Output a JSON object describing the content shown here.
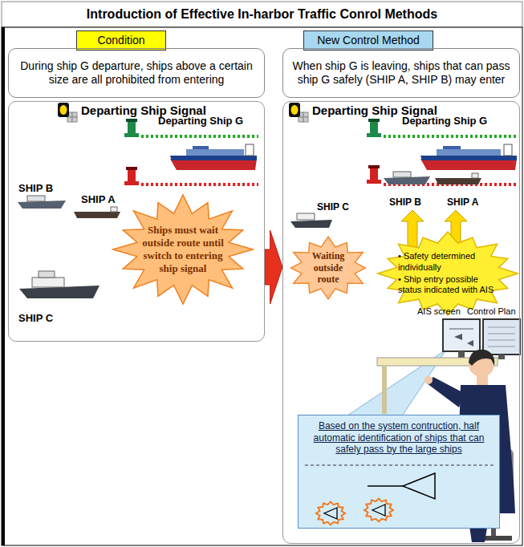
{
  "diagram": {
    "title": "Introduction of Effective In-harbor Traffic Conrol Methods",
    "nodes": [
      {
        "text": [
          "Condition"
        ]
      },
      {
        "text": [
          "During ship G departure, ships above a certain size are all prohibited from entering"
        ]
      },
      {
        "text": [
          "Departing Ship Signal",
          "Departing Ship G",
          "SHIP B",
          "SHIP A",
          "SHIP C"
        ]
      },
      {
        "text": [
          "Ships must wait outside route until switch to entering ship signal"
        ],
        "in": 2
      },
      {
        "text": [
          "New Control Method"
        ]
      },
      {
        "text": [
          "When ship G is leaving, ships that can pass ship G safely (SHIP A, SHIP B) may enter"
        ]
      },
      {
        "text": [
          "Departing Ship Signal",
          "Departing Ship G",
          "SHIP C",
          "SHIP B",
          "SHIP A"
        ]
      },
      {
        "text": [
          "Waiting outside route"
        ],
        "in": 6
      },
      {
        "text": [
          "• Safety determined individually",
          "• Ship entry possible status indicated with AIS"
        ],
        "in": 6
      },
      {
        "text": [
          "Based on the system contruction, half automatic identification of ships that can safely pass by the large ships"
        ],
        "in": 6
      }
    ],
    "edges": [
      {
        "from": 2,
        "to": 6,
        "arrow": "to"
      }
    ],
    "labels": [
      "AIS screen",
      "Control Plan"
    ]
  }
}
